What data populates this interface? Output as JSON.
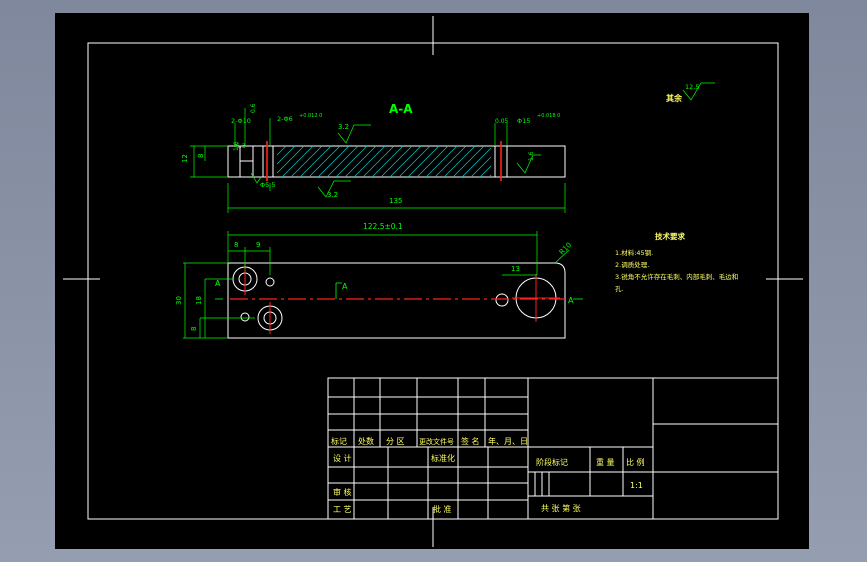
{
  "section_label": "A-A",
  "roughness_other": {
    "prefix": "其余",
    "value": "12.5"
  },
  "dims_top": {
    "d1": "2-Φ10",
    "d1b": "0.6",
    "d2": "2-Φ6",
    "d2tol": "+0.012 0",
    "d3": "Φ15",
    "d3tol": "+0.018 0",
    "r32a": "3.2",
    "r32b": "3.2",
    "r16": "1.6",
    "r16b": "1.6",
    "bv": "0.05",
    "left12": "12",
    "left8": "8",
    "small63": "6.3",
    "hole55": "Φ5.5",
    "total135": "135"
  },
  "dims_bottom": {
    "len": "122.5±0.1",
    "d8": "8",
    "d9": "9",
    "d13": "13",
    "r30": "30",
    "h18": "18",
    "h8": "8",
    "r10": "R10",
    "markA1": "A",
    "markA2": "A",
    "markA3": "A"
  },
  "tech_req": {
    "title": "技术要求",
    "lines": [
      "1.材料:45钢.",
      "2.调质处理.",
      "3.锐角不允许存在毛刺、内部毛刺、毛边和",
      "孔."
    ]
  },
  "title_block": {
    "row_headers": [
      "标记",
      "处数",
      "分 区",
      "更改文件号",
      "签 名",
      "年、月、日"
    ],
    "design": "设 计",
    "standard": "标准化",
    "review": "审 核",
    "process": "工 艺",
    "approve": "批 准",
    "stage_mark": "阶段标记",
    "weight": "重 量",
    "ratio": "比 例",
    "ratio_value": "1:1",
    "sheets": "共      张   第      张"
  },
  "colors": {
    "line": "#ffffff",
    "dim": "#00ff00",
    "hatch": "#00c8c8",
    "center": "#ff2020",
    "text": "#ffff66"
  }
}
